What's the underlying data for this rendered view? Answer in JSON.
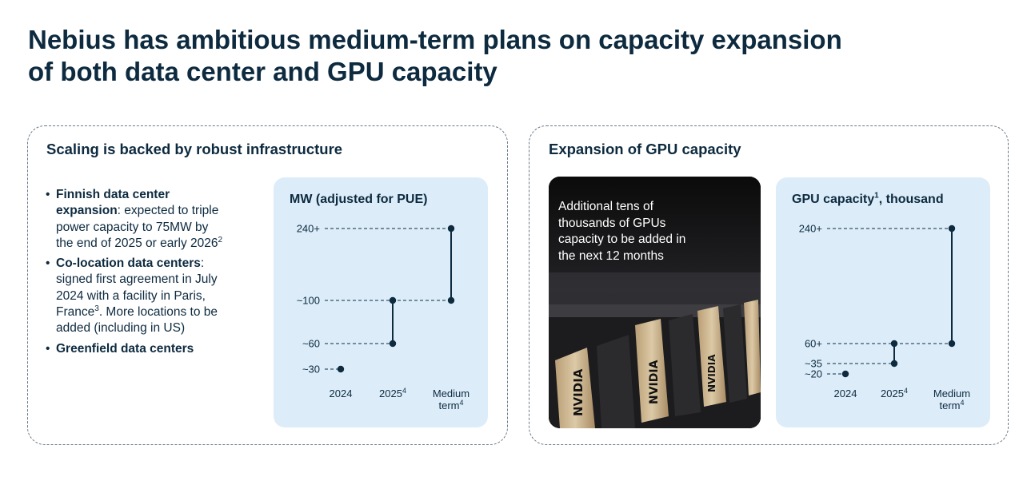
{
  "title": {
    "line1": "Nebius has ambitious medium-term plans on capacity expansion",
    "line2": "of both data center and GPU capacity"
  },
  "left_panel": {
    "title": "Scaling is backed by robust infrastructure",
    "bullets": [
      {
        "bold": "Finnish data center expansion",
        "text": ": expected to triple power capacity to 75MW by the end of 2025 or early 2026",
        "sup": "2"
      },
      {
        "bold": "Co-location data centers",
        "text": ": signed first agreement in July 2024 with a facility in Paris, France",
        "sup": "3",
        "text2": ". More locations to be added (including in US)"
      },
      {
        "bold": "Greenfield data centers",
        "text": "",
        "sup": ""
      }
    ]
  },
  "right_panel": {
    "title": "Expansion of GPU capacity",
    "photo_caption": "Additional tens of thousands of GPUs capacity to be added in the next 12 months"
  },
  "chart_data": [
    {
      "type": "line",
      "title": "MW (adjusted for PUE)",
      "categories": [
        "2024",
        "2025",
        "Medium term"
      ],
      "category_sup": [
        "",
        "4",
        "4"
      ],
      "steps": [
        {
          "category": "2024",
          "from": 30,
          "to": 30
        },
        {
          "category": "2025",
          "from": 60,
          "to": 100
        },
        {
          "category": "Medium term",
          "from": 100,
          "to": 240
        }
      ],
      "value_labels": [
        "~30",
        "~60",
        "~100",
        "240+"
      ],
      "label_values": [
        30,
        60,
        100,
        240
      ],
      "ylim": [
        30,
        240
      ],
      "color": "#0d2a3f"
    },
    {
      "type": "line",
      "title": "GPU capacity",
      "title_sup": "1",
      "title_suffix": ", thousand",
      "categories": [
        "2024",
        "2025",
        "Medium term"
      ],
      "category_sup": [
        "",
        "4",
        "4"
      ],
      "steps": [
        {
          "category": "2024",
          "from": 20,
          "to": 20
        },
        {
          "category": "2025",
          "from": 35,
          "to": 60
        },
        {
          "category": "Medium term",
          "from": 60,
          "to": 240
        }
      ],
      "value_labels": [
        "~20",
        "~35",
        "60+",
        "240+"
      ],
      "label_values": [
        20,
        35,
        60,
        240
      ],
      "ylim": [
        20,
        240
      ],
      "color": "#0d2a3f"
    }
  ],
  "photo_brand_labels": [
    "NVIDIA",
    "NVIDIA",
    "NVIDIA"
  ]
}
